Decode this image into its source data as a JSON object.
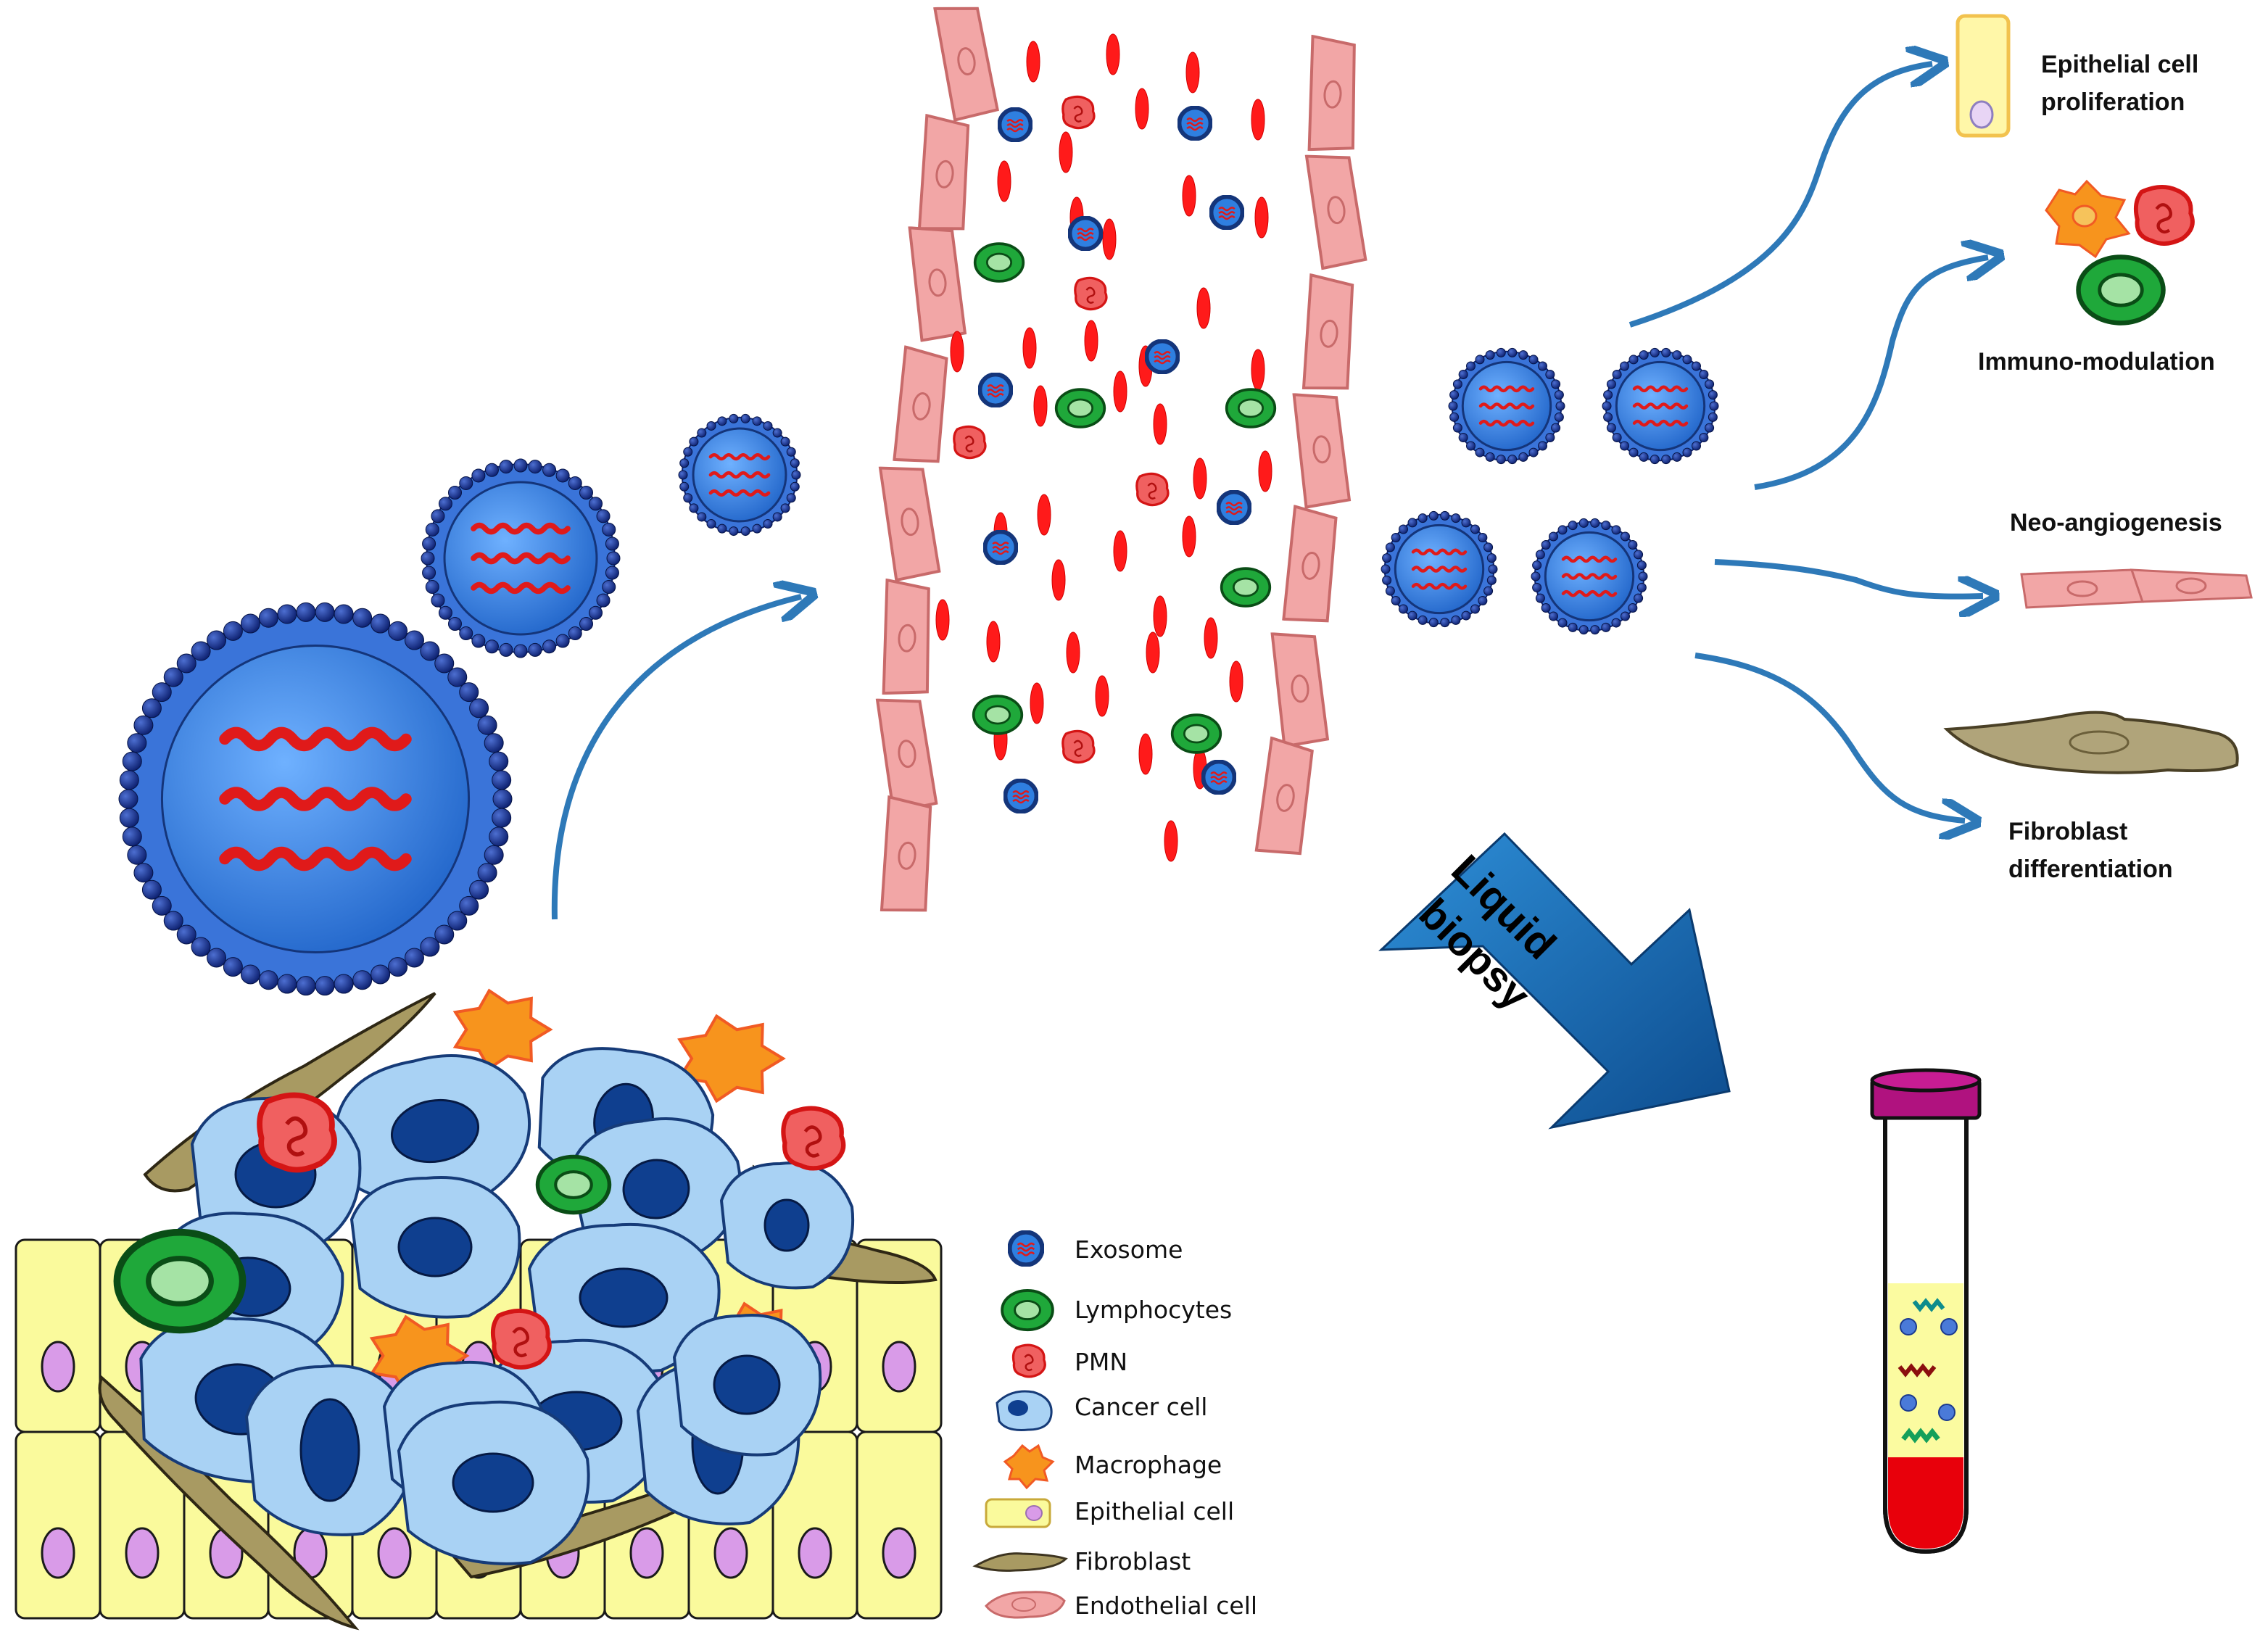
{
  "outcomes": {
    "epithelial_line1": "Epithelial cell",
    "epithelial_line2": "proliferation",
    "immuno": "Immuno-modulation",
    "angio": "Neo-angiogenesis",
    "fibro_line1": "Fibroblast",
    "fibro_line2": "differentiation"
  },
  "liquid_biopsy": {
    "line1": "Liquid",
    "line2": "biopsy"
  },
  "legend": {
    "items": [
      {
        "label": "Exosome",
        "icon": "exosome-icon"
      },
      {
        "label": "Lymphocytes",
        "icon": "lymphocyte-icon"
      },
      {
        "label": "PMN",
        "icon": "pmn-icon"
      },
      {
        "label": "Cancer cell",
        "icon": "cancer-cell-icon"
      },
      {
        "label": "Macrophage",
        "icon": "macrophage-icon"
      },
      {
        "label": "Epithelial cell",
        "icon": "epithelial-cell-icon"
      },
      {
        "label": "Fibroblast",
        "icon": "fibroblast-icon"
      },
      {
        "label": "Endothelial cell",
        "icon": "endothelial-cell-icon"
      }
    ]
  },
  "colors": {
    "exosome_fill": "#2f7fe0",
    "exosome_ring": "#14357a",
    "rna": "#e01a1a",
    "arrow": "#2e79b8",
    "lymphocyte": "#1fa83a",
    "pmn": "#f06060",
    "cancer_cell": "#a9d2f4",
    "nucleus": "#0f3f8f",
    "macrophage": "#f7941d",
    "epithelial": "#fafa9c",
    "epithelial_nucleus": "#d99be8",
    "fibroblast": "#b0a47a",
    "endothelial": "#f2a6a6",
    "blood": "#e8000b",
    "tube_cap": "#b0127f"
  }
}
